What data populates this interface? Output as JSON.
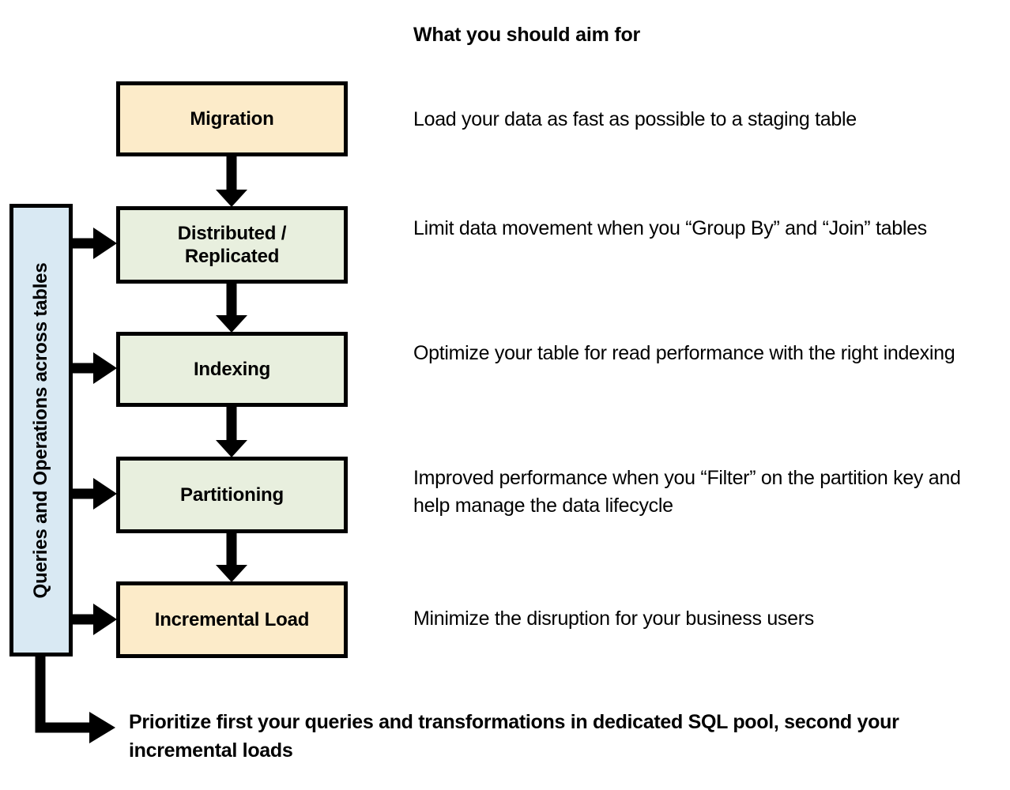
{
  "header": {
    "title": "What you should aim for"
  },
  "side_bar": {
    "label": "Queries and Operations across tables",
    "color": "#D9E9F3"
  },
  "colors": {
    "cream": "#FCEBC9",
    "green": "#E8EFDE",
    "blue": "#D9E9F3",
    "stroke": "#000000",
    "background": "#FFFFFF"
  },
  "steps": [
    {
      "id": "migration",
      "label": "Migration",
      "fill": "cream",
      "description": "Load your data as fast as possible to a staging table",
      "has_side_arrow": false
    },
    {
      "id": "distributed-replicated",
      "label": "Distributed /\nReplicated",
      "label_line1": "Distributed /",
      "label_line2": "Replicated",
      "fill": "green",
      "description": "Limit data movement when you “Group By” and “Join” tables",
      "has_side_arrow": true
    },
    {
      "id": "indexing",
      "label": "Indexing",
      "fill": "green",
      "description": "Optimize your table for read performance with the right indexing",
      "has_side_arrow": true
    },
    {
      "id": "partitioning",
      "label": "Partitioning",
      "fill": "green",
      "description": "Improved performance when you “Filter” on the partition key and help manage the data lifecycle",
      "has_side_arrow": true
    },
    {
      "id": "incremental-load",
      "label": "Incremental Load",
      "fill": "cream",
      "description": "Minimize the disruption for your business users",
      "has_side_arrow": true
    }
  ],
  "footer": {
    "note": "Prioritize first your queries and transformations in dedicated SQL pool, second your incremental loads"
  }
}
